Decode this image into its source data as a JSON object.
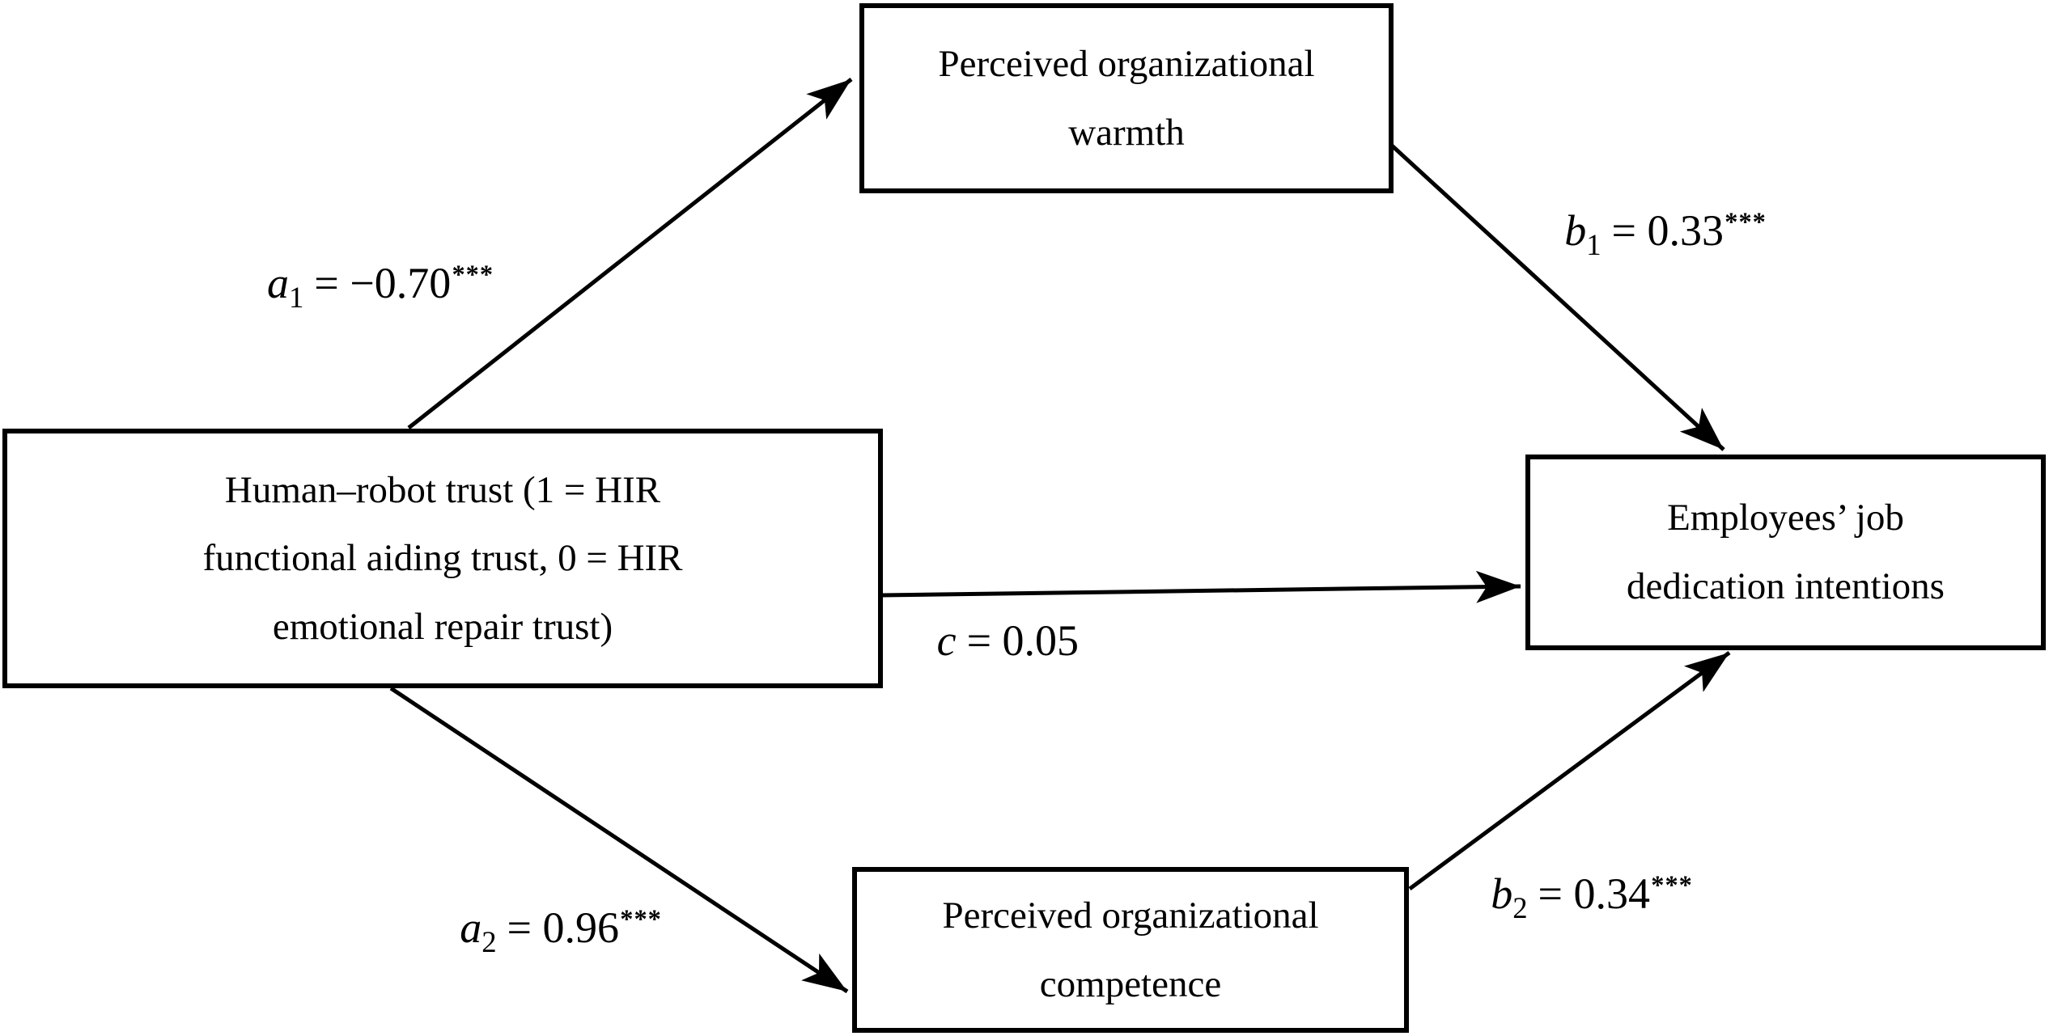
{
  "figure": {
    "background": "#ffffff",
    "line_color": "#000000",
    "text_color": "#000000",
    "nodes": {
      "predictor": {
        "lines": [
          "Human–robot trust (1 = HIR",
          "functional aiding trust, 0 = HIR",
          "emotional repair trust)"
        ]
      },
      "mediator_top": {
        "lines": [
          "Perceived organizational",
          "warmth"
        ]
      },
      "mediator_bottom": {
        "lines": [
          "Perceived organizational",
          "competence"
        ]
      },
      "outcome": {
        "lines": [
          "Employees’ job",
          "dedication intentions"
        ]
      }
    },
    "paths": {
      "a1": {
        "symbol": "a",
        "subscript": "1",
        "value": "= −0.70",
        "stars": "***"
      },
      "b1": {
        "symbol": "b",
        "subscript": "1",
        "value": "= 0.33",
        "stars": "***"
      },
      "c": {
        "symbol": "c",
        "subscript": "",
        "value": "= 0.05",
        "stars": ""
      },
      "a2": {
        "symbol": "a",
        "subscript": "2",
        "value": "= 0.96",
        "stars": "***"
      },
      "b2": {
        "symbol": "b",
        "subscript": "2",
        "value": "= 0.34",
        "stars": "***"
      }
    }
  }
}
